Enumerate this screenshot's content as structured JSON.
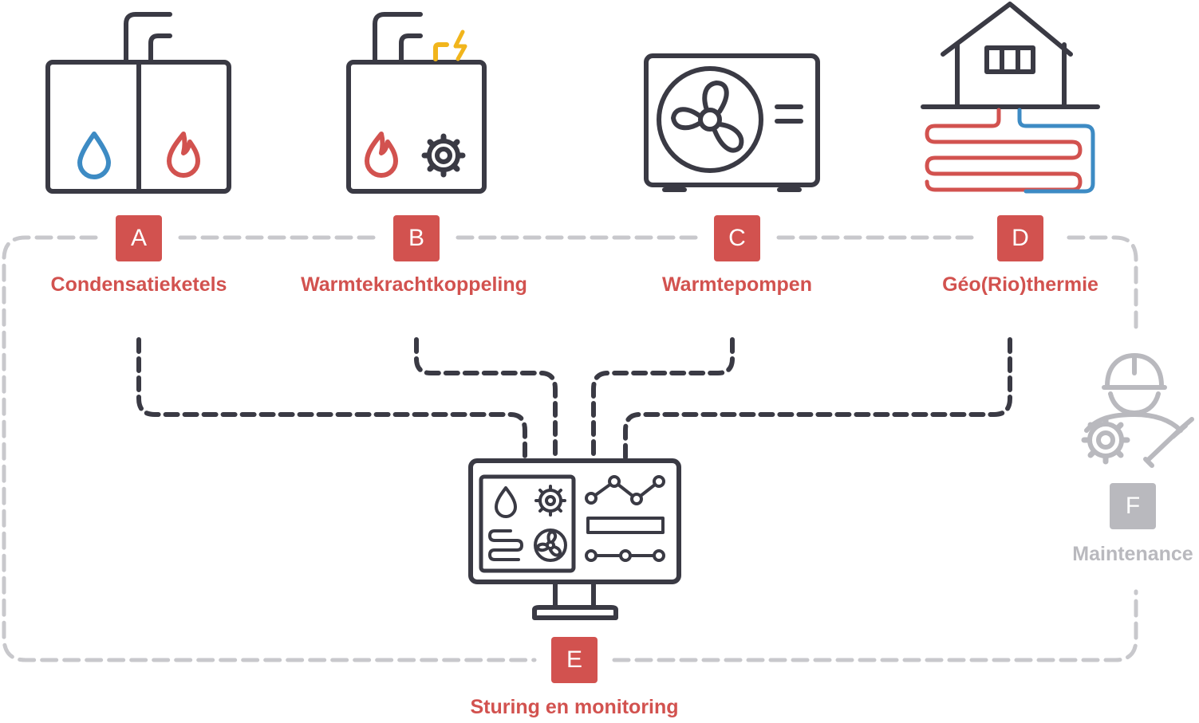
{
  "colors": {
    "accent": "#d2524f",
    "outline": "#3a3a44",
    "water_blue": "#3d8bc4",
    "lightning_yellow": "#f1b51c",
    "muted_gray": "#b9b9be",
    "dash_gray": "#c8c8cc",
    "dash_dark": "#3a3a44"
  },
  "nodes": {
    "a": {
      "letter": "A",
      "label": "Condensatieketels",
      "icon": "condensing-boiler-icon"
    },
    "b": {
      "letter": "B",
      "label": "Warmtekrachtkoppeling",
      "icon": "chp-unit-icon"
    },
    "c": {
      "letter": "C",
      "label": "Warmtepompen",
      "icon": "heat-pump-icon"
    },
    "d": {
      "letter": "D",
      "label": "Géo(Rio)thermie",
      "icon": "geothermal-house-icon"
    },
    "e": {
      "letter": "E",
      "label": "Sturing en monitoring",
      "icon": "monitoring-screen-icon"
    },
    "f": {
      "letter": "F",
      "label": "Maintenance",
      "icon": "technician-icon"
    }
  }
}
